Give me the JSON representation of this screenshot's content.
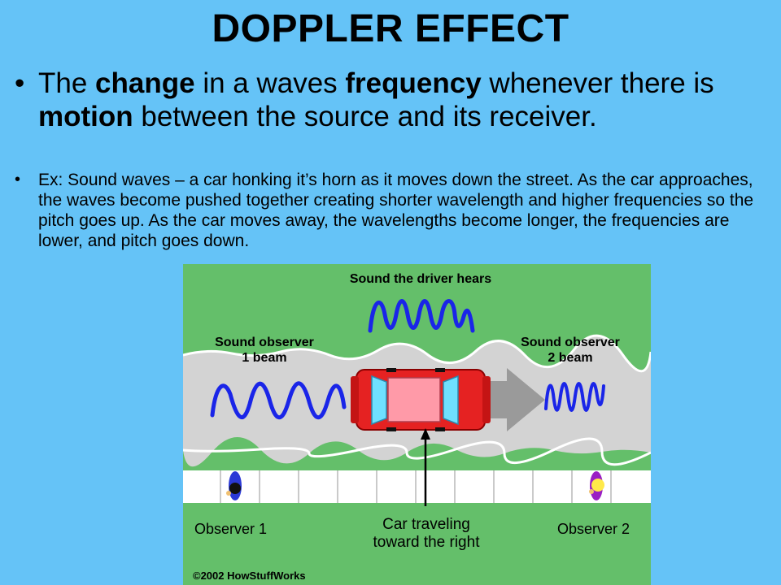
{
  "title": "DOPPLER EFFECT",
  "bullet1": {
    "p1": "The ",
    "b1": "change",
    "p2": " in a waves ",
    "b2": "frequency",
    "p3": " whenever there is ",
    "b3": "motion",
    "p4": " between the source and its receiver."
  },
  "bullet2": {
    "text": "Ex:  Sound waves – a car honking it’s horn as it moves down the street. As the car approaches, the waves become pushed together creating shorter wavelength and higher frequencies so the pitch goes up.  As the car moves away, the wavelengths become longer, the frequencies are lower, and pitch goes down."
  },
  "diagram": {
    "driver_label": "Sound the driver hears",
    "observer1_beam_line1": "Sound observer",
    "observer1_beam_line2": "1 beam",
    "observer2_beam_line1": "Sound observer",
    "observer2_beam_line2": "2 beam",
    "observer1_label": "Observer 1",
    "observer2_label": "Observer 2",
    "car_label_line1": "Car traveling",
    "car_label_line2": "toward the right",
    "copyright": "©2002 HowStuffWorks",
    "colors": {
      "grass": "#64bf6a",
      "road": "#d3d3d3",
      "wave": "#1a25e8",
      "car": "#e52222",
      "arrow": "#9a9a9a"
    }
  }
}
